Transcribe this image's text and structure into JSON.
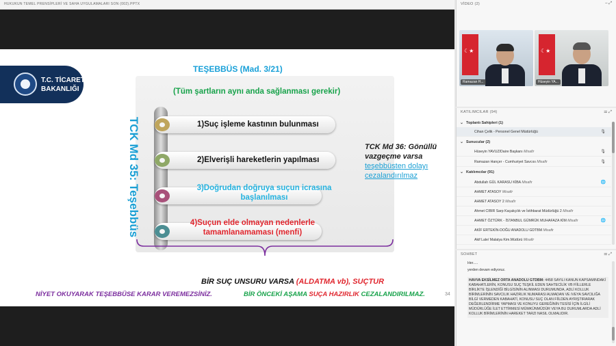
{
  "share_title": "HUKUKUN TEMEL PRENSİPLERİ VE SAHA UYGULAMALARI SON (002).PPTX",
  "slide": {
    "logo_line1": "T.C. TİCARET",
    "logo_line2": "BAKANLIĞI",
    "title": "TEŞEBBÜS (Mad. 3/21)",
    "subtitle": "(Tüm şartların aynı anda sağlanması gerekir)",
    "vertical_label": "TCK Md 35: Teşebbüs",
    "steps": [
      "1)Suç işleme kastının bulunması",
      "2)Elverişli hareketlerin yapılması",
      "3)Doğrudan doğruya suçun icrasına başlanılması",
      "4)Suçun elde olmayan nedenlerle tamamlanamaması (menfi)"
    ],
    "side_note_text": "TCK Md 36: Gönüllü vazgeçme varsa",
    "side_note_link": "teşebbüsten dolayı cezalandırılmaz",
    "bottom_line1_a": "BİR SUÇ UNSURU VARSA ",
    "bottom_line1_b": "(ALDATMA vb),  SUÇTUR",
    "bottom_line2_left": "NİYET OKUYARAK TEŞEBBÜSE KARAR VEREMEZSİNİZ.",
    "bottom_line2_right_a": "BİR ÖNCEKİ AŞAMA ",
    "bottom_line2_right_b": "SUÇA HAZIRLIK",
    "bottom_line2_right_c": " CEZALANDIRILMAZ.",
    "page_number": "34"
  },
  "video": {
    "header": "VİDEO (2)",
    "controls": "– ⤢",
    "tiles": [
      {
        "name": "Ramazan H..."
      },
      {
        "name": "Hüseyin YA..."
      }
    ]
  },
  "participants": {
    "header": "KATILIMCILAR (94)",
    "controls": "⚌ ⤢",
    "groups": [
      {
        "label": "Toplantı Sahipleri (1)"
      },
      {
        "label": "Sunucular (2)"
      },
      {
        "label": "Katılımcılar (91)"
      }
    ],
    "rows": [
      {
        "name": "Cihan Çelik - Personel Genel Müdürlüğü",
        "guest": "",
        "icon": "🎙"
      },
      {
        "name": "Hüseyin YAVUZ/Daire Başkanı",
        "guest": "Misafir",
        "icon": "🎙"
      },
      {
        "name": "Ramazan Hançer - Cumhuriyet Savcısı",
        "guest": "Misafir",
        "icon": "🎙"
      },
      {
        "name": "Abdullah GÜL KARASU KİBA",
        "guest": "Misafir",
        "icon": "🌐"
      },
      {
        "name": "AHMET ATASOY",
        "guest": "Misafir",
        "icon": ""
      },
      {
        "name": "AHMET ATASOY 2",
        "guest": "Misafir",
        "icon": ""
      },
      {
        "name": "Ahmet CIBIR Sarp Kaçakçılık ve İstihbarat Müdürlüğü 2",
        "guest": "Misafir",
        "icon": ""
      },
      {
        "name": "AHMET ÖZTÜRK - İSTANBUL GÜMRÜK MUHAFAZA KİM",
        "guest": "Misafir",
        "icon": "🌐"
      },
      {
        "name": "AKİF ERTEKİN-DOĞU ANADOLU GDTBM",
        "guest": "Misafir",
        "icon": ""
      },
      {
        "name": "Akif Lale/ Malatya Kim.Müdürü",
        "guest": "Misafir",
        "icon": ""
      }
    ]
  },
  "chat": {
    "header": "SOHBET",
    "controls": "⚌ ⤢",
    "line1": "Her.....",
    "line2": "yerden devam ediyoruz.",
    "sender": "HAVVA EKSİLMEZ ORTA ANADOLU GTDBM:",
    "message": "4458 SAYILI KANUN KAPSAMINDAKİ KABAHATLERİN, KONUSU SUÇ TEŞKİL EDEN SAHTECİLİK VB FİİLLERLE BİRLİKTE İŞLENDİĞİ BİLGİSİNİN ALINMASI DURUMUNDA, ADLİ KOLLUK BİRİMLERİNİN SAVCILIK HAZIRLIK NUMARASI ALMADAN VE /VEYA SAVCILIĞA BİLGİ VERMEDEN KABAHATİ, KONUSU SUÇ OLAN FİİLDEN AYRIŞTIRARAK DEĞERLENDİRME YAPMASI VE KONUYU GEREĞİNİN TESİSİ İÇİN İLGİLİ MÜDÜRLÜĞE İLET ETTİRMESİ MÜMKÜNMÜDÜR VEYA BU DURUMLARDA ADLİ KOLLUK BİRİMLERİNİN HAREKET TARZI NASIL OLMALIDIR."
  },
  "colors": {
    "accent_blue": "#18a0d8",
    "accent_green": "#17a24a",
    "accent_red": "#e0262e",
    "accent_purple": "#7b2d9e",
    "logo_navy": "#12305a"
  }
}
